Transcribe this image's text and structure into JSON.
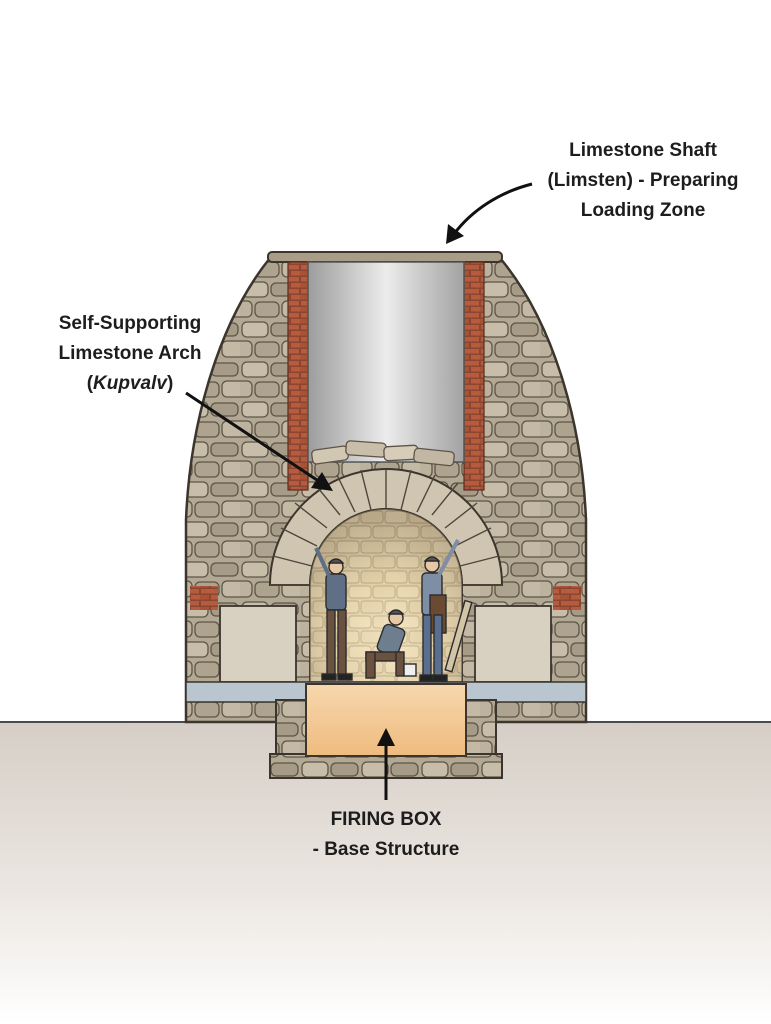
{
  "labels": {
    "shaft": {
      "line1": "Limestone Shaft",
      "line2": "(Limsten) - Preparing",
      "line3": "Loading Zone"
    },
    "arch": {
      "line1": "Self-Supporting",
      "line2": "Limestone Arch",
      "line3_open": "(",
      "line3_italic": "Kupvalv",
      "line3_close": ")"
    },
    "firing": {
      "line1": "FIRING BOX",
      "line2": "- Base Structure"
    }
  },
  "colors": {
    "stone": "#b8ad9a",
    "stone_dark": "#6b6154",
    "brick": "#b0573c",
    "shaft_interior": "#cfcfcf",
    "firing_box": "#f2c58c",
    "ground": "#d9d2cb",
    "arrow": "#111111"
  }
}
